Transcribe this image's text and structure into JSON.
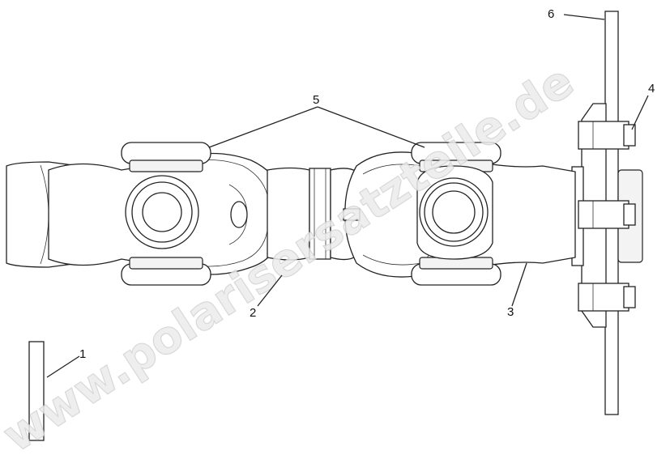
{
  "watermark": "www.polarisersatzteile.de",
  "callouts": {
    "c1": "1",
    "c2": "2",
    "c3": "3",
    "c4": "4",
    "c5": "5",
    "c6": "6"
  }
}
